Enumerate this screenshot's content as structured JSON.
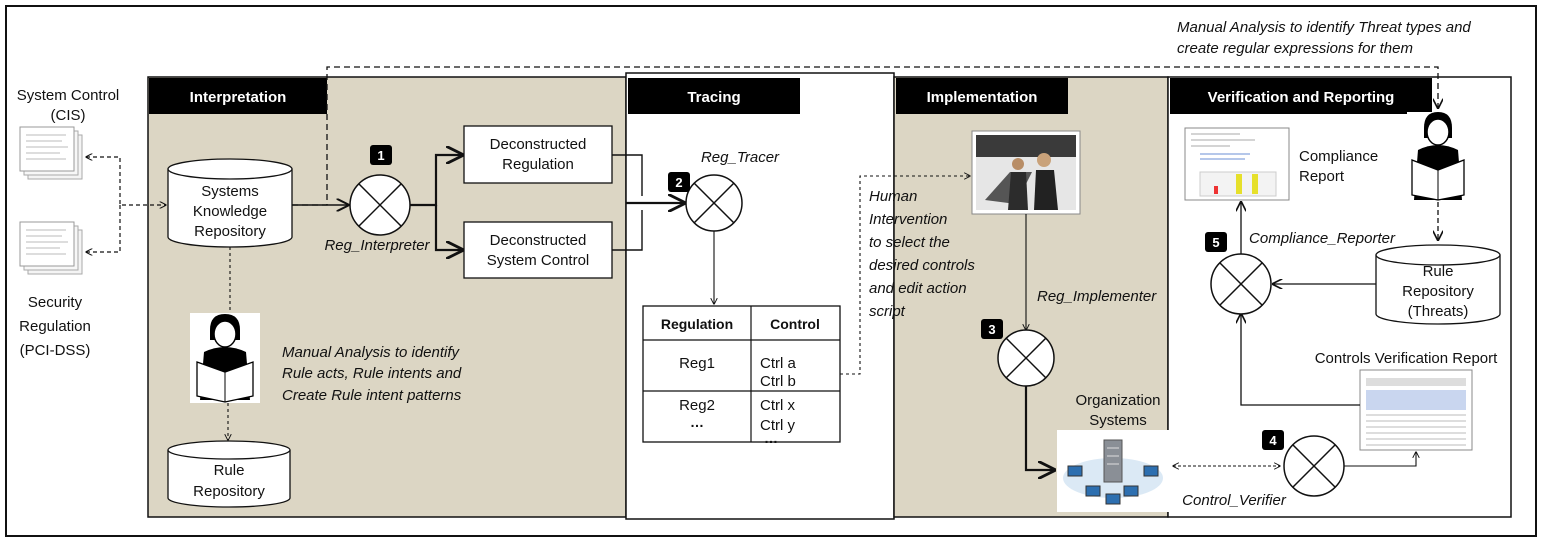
{
  "panels": {
    "interpretation": "Interpretation",
    "tracing": "Tracing",
    "implementation": "Implementation",
    "verification": "Verification and Reporting"
  },
  "inputs": {
    "system_control": [
      "System Control",
      "(CIS)"
    ],
    "security_regulation": [
      "Security",
      "Regulation",
      "(PCI-DSS)"
    ]
  },
  "repositories": {
    "systems_knowledge": [
      "Systems",
      "Knowledge",
      "Repository"
    ],
    "rule": [
      "Rule",
      "Repository"
    ],
    "rule_threats": [
      "Rule",
      "Repository",
      "(Threats)"
    ]
  },
  "boxes": {
    "deconstructed_regulation": [
      "Deconstructed",
      "Regulation"
    ],
    "deconstructed_system_control": [
      "Deconstructed",
      "System Control"
    ]
  },
  "processes": {
    "n1": "1",
    "n2": "2",
    "n3": "3",
    "n4": "4",
    "n5": "5",
    "reg_interpreter": "Reg_Interpreter",
    "reg_tracer": "Reg_Tracer",
    "reg_implementer": "Reg_Implementer",
    "control_verifier": "Control_Verifier",
    "compliance_reporter": "Compliance_Reporter"
  },
  "notes": {
    "manual_rule": [
      "Manual Analysis to identify",
      "Rule acts, Rule intents and",
      "Create Rule intent patterns"
    ],
    "manual_threat": [
      "Manual Analysis to identify Threat types and",
      "create regular expressions for them"
    ],
    "human_intervention": [
      "Human",
      "Intervention",
      "to select the",
      "desired controls",
      "and edit action",
      "script"
    ]
  },
  "trace_table": {
    "headers": [
      "Regulation",
      "Control"
    ],
    "rows": [
      {
        "regulation": "Reg1",
        "controls": [
          "Ctrl a",
          "Ctrl b"
        ]
      },
      {
        "regulation": "Reg2",
        "controls": [
          "Ctrl x",
          "Ctrl y"
        ]
      }
    ],
    "ellipsis": "…"
  },
  "labels": {
    "organization_systems": [
      "Organization",
      "Systems"
    ],
    "compliance_report": [
      "Compliance",
      "Report"
    ],
    "controls_verification_report": "Controls Verification Report"
  }
}
